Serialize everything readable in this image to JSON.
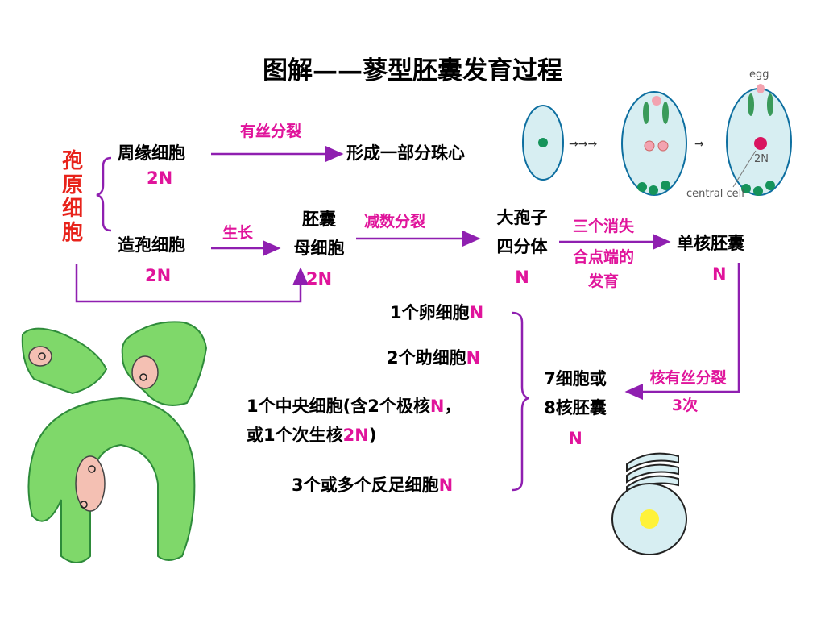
{
  "title": "图解——蓼型胚囊发育过程",
  "left_label": "孢原细胞",
  "nodes": {
    "zhouyuan": "周缘细胞",
    "zhouyuan_ploidy": "2N",
    "zhuxin": "形成一部分珠心",
    "zaobao": "造孢细胞",
    "zaobao_ploidy": "2N",
    "peinang_line1": "胚囊",
    "peinang_line2": "母细胞",
    "peinang_ploidy": "2N",
    "dabaozi_line1": "大孢子",
    "dabaozi_line2": "四分体",
    "dabaozi_ploidy": "N",
    "danhe": "单核胚囊",
    "danhe_ploidy": "N",
    "qixibao_line1": "7细胞或",
    "qixibao_line2": "8核胚囊",
    "qixibao_ploidy": "N"
  },
  "arrows": {
    "yousi": "有丝分裂",
    "shengzhang": "生长",
    "jianshu": "减数分裂",
    "xiaoshi_line1": "三个消失",
    "xiaoshi_line2": "合点端的",
    "xiaoshi_line3": "发育",
    "heyousi": "核有丝分裂",
    "heyousi_times": "3次"
  },
  "cells": {
    "egg_prefix": "1个卵细胞",
    "egg_ploidy": "N",
    "synergid_prefix": "2个助细胞",
    "synergid_ploidy": "N",
    "central_prefix": "1个中央细胞(含2个极核",
    "central_ploidy": "N",
    "central_comma": "，",
    "central_line2_prefix": "或1个次生核",
    "central_line2_ploidy": "2N",
    "central_line2_suffix": ")",
    "antipodal_prefix": "3个或多个反足细胞",
    "antipodal_ploidy": "N"
  },
  "figure_labels": {
    "egg": "egg",
    "two_n": "2N",
    "central_cell": "central cell"
  },
  "colors": {
    "arrow_purple": "#8f1fb0",
    "magenta": "#e0149b",
    "red": "#e8231b",
    "cell_green": "#7fd86a",
    "sac_pink": "#f4c0b3",
    "sac_blue": "#d7eef2"
  }
}
